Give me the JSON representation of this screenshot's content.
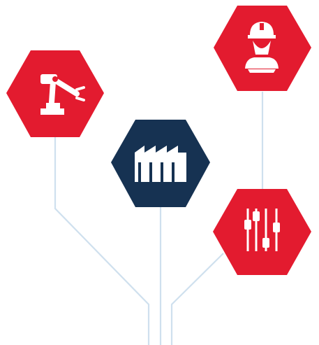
{
  "colors": {
    "accent_red": "#e31b2f",
    "navy": "#163252",
    "connector": "#cfe0ee",
    "icon": "#ffffff",
    "background": "#ffffff"
  },
  "nodes": [
    {
      "id": "robot-arm",
      "icon": "robot-arm-icon",
      "fill": "red"
    },
    {
      "id": "worker",
      "icon": "hard-hat-worker-icon",
      "fill": "red"
    },
    {
      "id": "factory",
      "icon": "factory-icon",
      "fill": "navy"
    },
    {
      "id": "controls",
      "icon": "sliders-icon",
      "fill": "red"
    }
  ]
}
